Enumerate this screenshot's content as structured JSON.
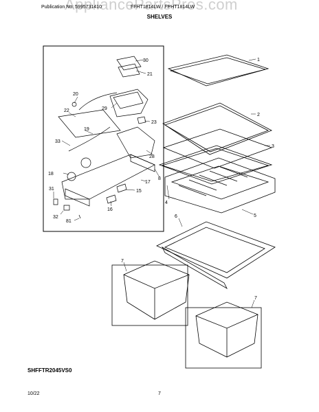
{
  "watermark": "AppliancePartsPros.com",
  "header": {
    "publication": "Publication No: 5995731410",
    "models": "FFHT1814LW / FPHT1814LW"
  },
  "title": "SHELVES",
  "diagram_code": "SHFFTR2045VS0",
  "footer": {
    "date": "10/22",
    "page": "7"
  },
  "callouts": [
    "1",
    "2",
    "3",
    "4",
    "5",
    "6",
    "7",
    "7",
    "8",
    "15",
    "16",
    "17",
    "18",
    "19",
    "20",
    "21",
    "22",
    "23",
    "28",
    "29",
    "30",
    "31",
    "32",
    "33",
    "81"
  ]
}
